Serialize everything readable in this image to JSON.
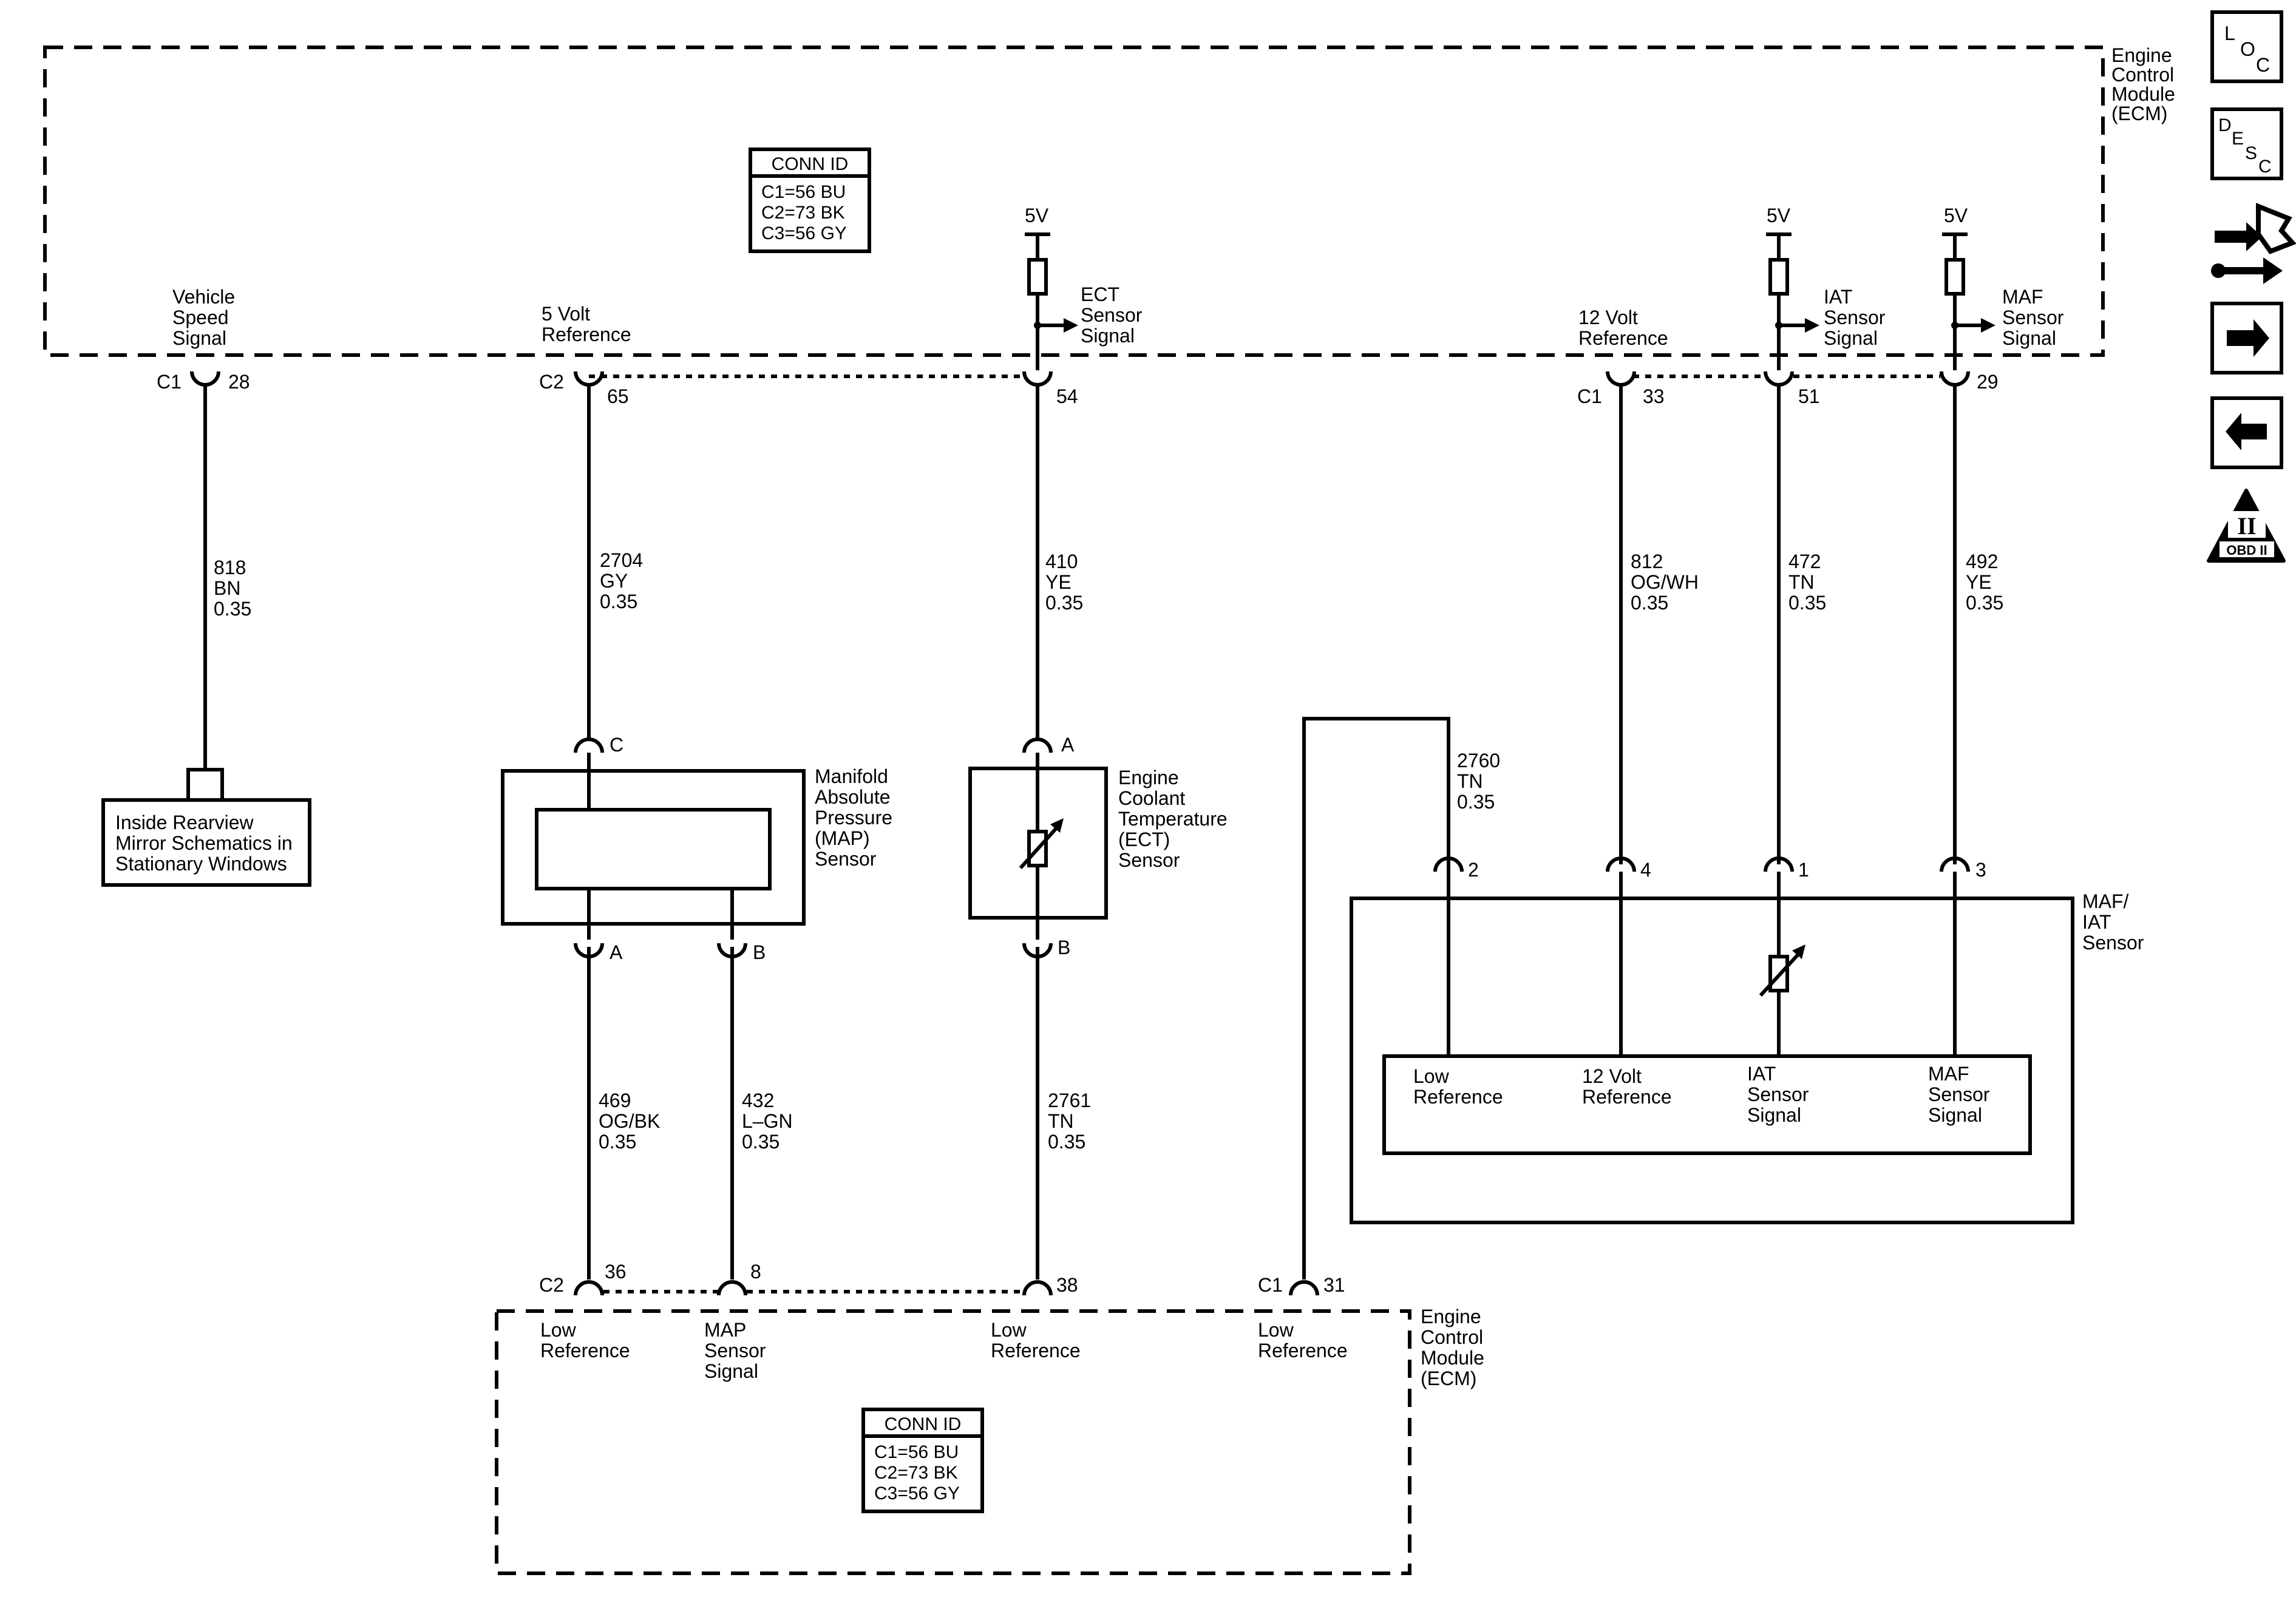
{
  "ecm_top": {
    "title": [
      "Engine",
      "Control",
      "Module",
      "(ECM)"
    ],
    "conn_id": {
      "header": "CONN ID",
      "rows": [
        "C1=56 BU",
        "C2=73 BK",
        "C3=56 GY"
      ]
    },
    "vss_label": [
      "Vehicle",
      "Speed",
      "Signal"
    ],
    "ref5v_label": [
      "5 Volt",
      "Reference"
    ],
    "ect_signal_label": [
      "ECT",
      "Sensor",
      "Signal"
    ],
    "ref12v_label": [
      "12 Volt",
      "Reference"
    ],
    "iat_signal_label": [
      "IAT",
      "Sensor",
      "Signal"
    ],
    "maf_signal_label": [
      "MAF",
      "Sensor",
      "Signal"
    ],
    "supply_5v": "5V"
  },
  "pins_top": {
    "c1": "C1",
    "c2": "C2",
    "p28": "28",
    "p65": "65",
    "p54": "54",
    "p33": "33",
    "p51": "51",
    "p29": "29"
  },
  "wires": {
    "w818": [
      "818",
      "BN",
      "0.35"
    ],
    "w2704": [
      "2704",
      "GY",
      "0.35"
    ],
    "w410": [
      "410",
      "YE",
      "0.35"
    ],
    "w812": [
      "812",
      "OG/WH",
      "0.35"
    ],
    "w472": [
      "472",
      "TN",
      "0.35"
    ],
    "w492": [
      "492",
      "YE",
      "0.35"
    ],
    "w2760": [
      "2760",
      "TN",
      "0.35"
    ],
    "w469": [
      "469",
      "OG/BK",
      "0.35"
    ],
    "w432": [
      "432",
      "L–GN",
      "0.35"
    ],
    "w2761": [
      "2761",
      "TN",
      "0.35"
    ]
  },
  "mirror_box": [
    "Inside Rearview",
    "Mirror Schematics in",
    "Stationary Windows"
  ],
  "map_sensor": {
    "label": [
      "Manifold",
      "Absolute",
      "Pressure",
      "(MAP)",
      "Sensor"
    ],
    "pin_c": "C",
    "pin_a": "A",
    "pin_b": "B"
  },
  "ect_sensor": {
    "label": [
      "Engine",
      "Coolant",
      "Temperature",
      "(ECT)",
      "Sensor"
    ],
    "pin_a": "A",
    "pin_b": "B"
  },
  "maf_iat_sensor": {
    "label": [
      "MAF/",
      "IAT",
      "Sensor"
    ],
    "pins": [
      "2",
      "4",
      "1",
      "3"
    ],
    "low_ref": [
      "Low",
      "Reference"
    ],
    "ref12v": [
      "12 Volt",
      "Reference"
    ],
    "iat_sig": [
      "IAT",
      "Sensor",
      "Signal"
    ],
    "maf_sig": [
      "MAF",
      "Sensor",
      "Signal"
    ]
  },
  "ecm_bottom": {
    "title": [
      "Engine",
      "Control",
      "Module",
      "(ECM)"
    ],
    "conn_id": {
      "header": "CONN ID",
      "rows": [
        "C1=56 BU",
        "C2=73 BK",
        "C3=56 GY"
      ]
    },
    "c2": "C2",
    "c1": "C1",
    "p36": "36",
    "p8": "8",
    "p38": "38",
    "p31": "31",
    "low_ref": [
      "Low",
      "Reference"
    ],
    "map_sig": [
      "MAP",
      "Sensor",
      "Signal"
    ]
  },
  "side_buttons": {
    "loc": [
      "L",
      "O",
      "C"
    ],
    "desc": [
      "D",
      "E",
      "S",
      "C"
    ],
    "obd": "OBD II",
    "obd_roman": "II"
  }
}
